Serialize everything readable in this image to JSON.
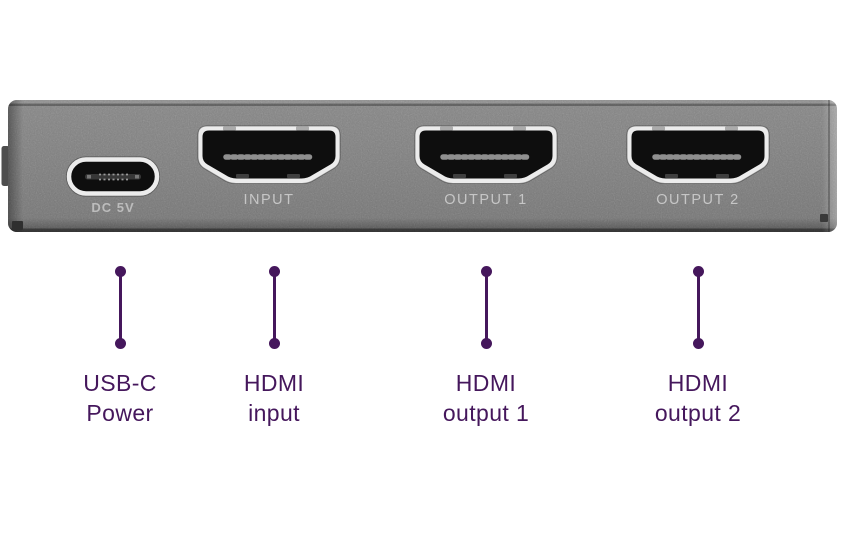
{
  "figure": {
    "description": "Rear panel of an HDMI splitter device with four annotated ports"
  },
  "panel": {
    "usb_port_label": "DC 5V",
    "input_port_label": "INPUT",
    "output1_port_label": "OUTPUT 1",
    "output2_port_label": "OUTPUT 2"
  },
  "callouts": [
    {
      "id": "usb-c-power",
      "line1": "USB-C",
      "line2": "Power"
    },
    {
      "id": "hdmi-input",
      "line1": "HDMI",
      "line2": "input"
    },
    {
      "id": "hdmi-output-1",
      "line1": "HDMI",
      "line2": "output 1"
    },
    {
      "id": "hdmi-output-2",
      "line1": "HDMI",
      "line2": "output 2"
    }
  ],
  "colors": {
    "accent_purple": "#45175c",
    "device_body": "#7d7d7d",
    "panel_text": "#c6c6c6",
    "port_outline": "#ececec",
    "port_interior": "#0e0e0e",
    "background": "#ffffff"
  }
}
